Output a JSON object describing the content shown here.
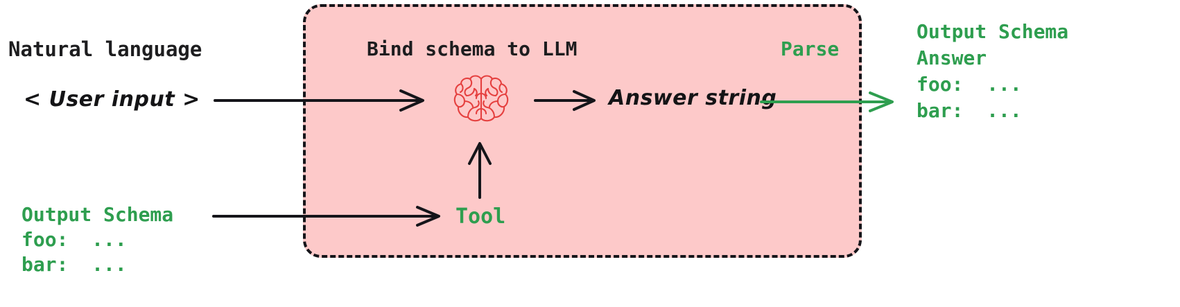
{
  "diagram": {
    "title": "Bind schema to LLM with tool calling and parse",
    "background_color": "#ffffff",
    "accent_green": "#2e9e4f",
    "box_fill": "#fdc9c9",
    "box_border": "#15151a",
    "brain_color": "#e5403f"
  },
  "left": {
    "natural_language_label": "Natural language",
    "user_input": "< User input >",
    "schema": {
      "heading": "Output Schema",
      "line_foo": "foo:  ...",
      "line_bar": "bar:  ..."
    }
  },
  "box": {
    "bind_schema_label": "Bind schema to LLM",
    "parse_label": "Parse",
    "brain_icon_name": "brain-icon",
    "answer_string_label": "Answer string",
    "tool_label": "Tool"
  },
  "right": {
    "schema_heading": "Output Schema",
    "answer_line": "Answer",
    "line_foo": "foo:  ...",
    "line_bar": "bar:  ..."
  },
  "arrows": {
    "input_to_llm": "input-to-llm-arrow",
    "llm_to_answer": "llm-to-answer-arrow",
    "answer_to_output": "answer-to-output-arrow",
    "schema_to_tool": "schema-to-tool-arrow",
    "tool_to_llm": "tool-to-llm-arrow"
  }
}
